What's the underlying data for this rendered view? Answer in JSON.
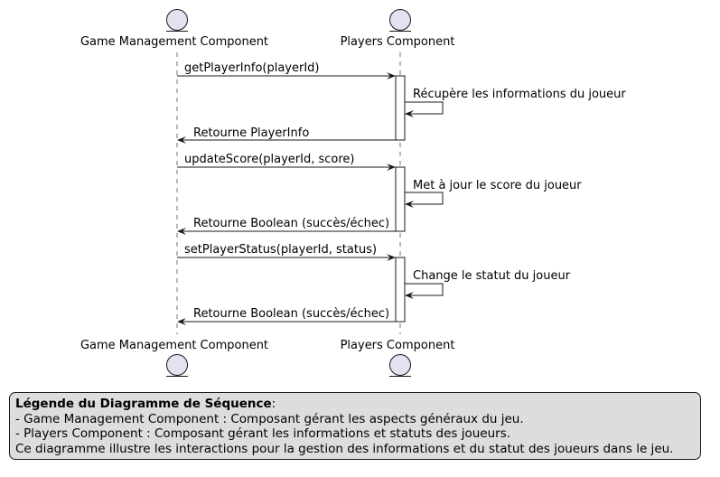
{
  "participants": {
    "left": {
      "name": "Game Management Component",
      "icon": "entity-icon"
    },
    "right": {
      "name": "Players Component",
      "icon": "entity-icon"
    }
  },
  "messages": [
    {
      "label": "getPlayerInfo(playerId)",
      "direction": "left-to-right"
    },
    {
      "label": "Récupère les informations du joueur",
      "direction": "self"
    },
    {
      "label": "Retourne PlayerInfo",
      "direction": "right-to-left"
    },
    {
      "label": "updateScore(playerId, score)",
      "direction": "left-to-right"
    },
    {
      "label": "Met à jour le score du joueur",
      "direction": "self"
    },
    {
      "label": "Retourne Boolean (succès/échec)",
      "direction": "right-to-left"
    },
    {
      "label": "setPlayerStatus(playerId, status)",
      "direction": "left-to-right"
    },
    {
      "label": "Change le statut du joueur",
      "direction": "self"
    },
    {
      "label": "Retourne Boolean (succès/échec)",
      "direction": "right-to-left"
    }
  ],
  "legend": {
    "title": "Légende du Diagramme de Séquence",
    "title_suffix": ":",
    "lines": [
      "- Game Management Component : Composant gérant les aspects généraux du jeu.",
      "- Players Component : Composant gérant les informations et statuts des joueurs.",
      "Ce diagramme illustre les interactions pour la gestion des informations et du statut des joueurs dans le jeu."
    ]
  },
  "colors": {
    "entity_fill": "#E2E2F0",
    "stroke": "#181818",
    "activation_fill": "#FFFFFF",
    "legend_fill": "#DDDDDD"
  }
}
